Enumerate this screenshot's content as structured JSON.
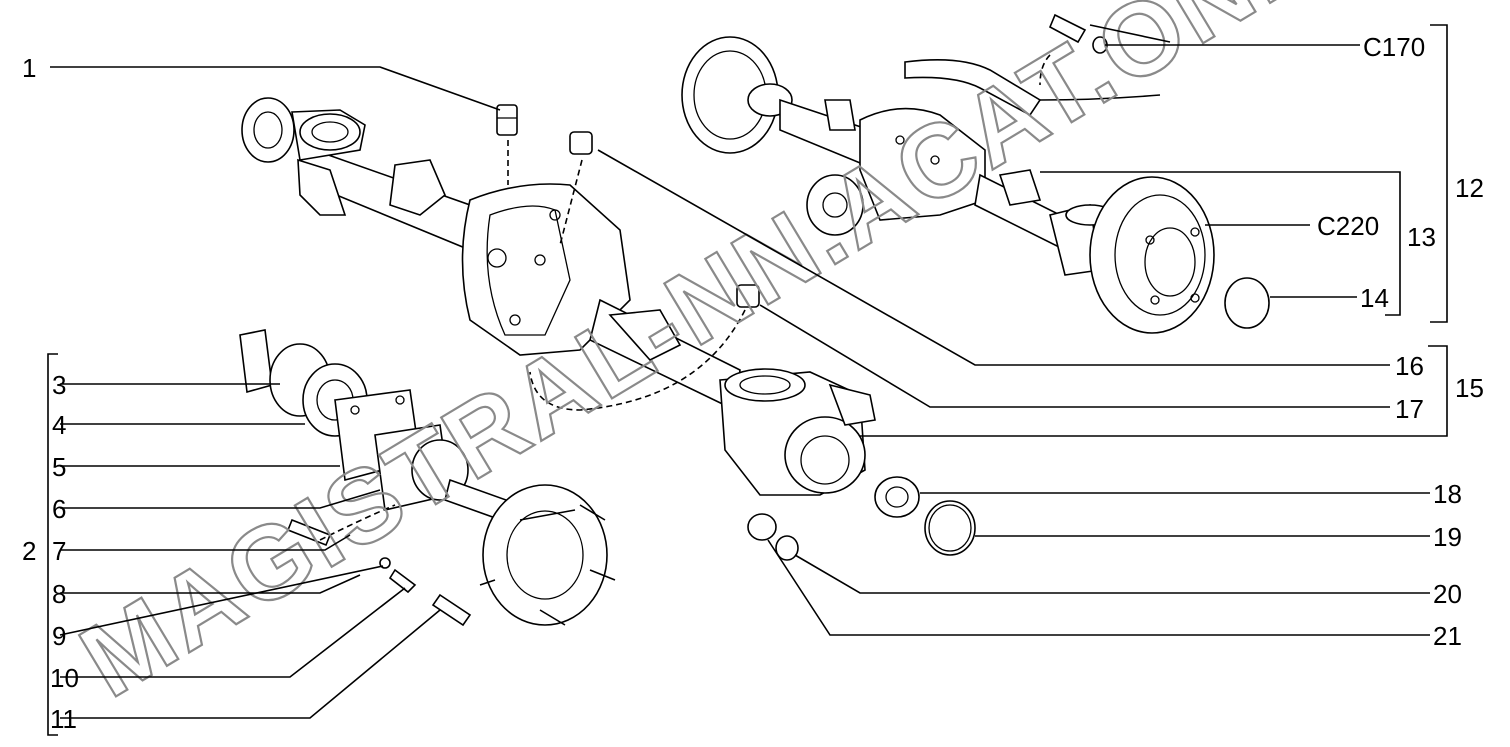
{
  "watermark": "MAGISTRAL-NN.ACAT.ONLINE",
  "callouts": {
    "c1": "1",
    "c2": "2",
    "c3": "3",
    "c4": "4",
    "c5": "5",
    "c6": "6",
    "c7": "7",
    "c8": "8",
    "c9": "9",
    "c10": "10",
    "c11": "11",
    "c12": "12",
    "c13": "13",
    "c14": "14",
    "c15": "15",
    "c16": "16",
    "c17": "17",
    "c18": "18",
    "c19": "19",
    "c20": "20",
    "c21": "21",
    "c170": "C170",
    "c220": "C220"
  },
  "icons": {
    "housing": "axle-housing-icon",
    "assembled": "rear-axle-assembly-icon",
    "shaft": "half-shaft-icon",
    "hub": "wheel-hub-icon",
    "drum": "brake-drum-icon"
  }
}
